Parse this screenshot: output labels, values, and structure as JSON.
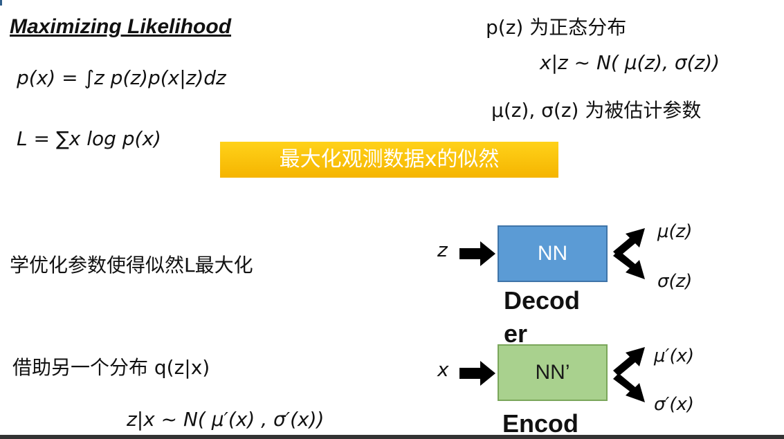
{
  "title": "Maximizing Likelihood",
  "left": {
    "eq1": "p(x) = ∫z  p(z)p(x|z)dz",
    "eq2": "L = ∑x log p(x)",
    "line_optimize": "学优化参数使得似然L最大化",
    "line_borrow": "借助另一个分布  q(z|x)",
    "eq_enc": "z|x ~ N( μ′(x)  , σ′(x))"
  },
  "right": {
    "pz_normal": "p(z) 为正态分布",
    "x_given_z": "x|z ~ N( μ(z), σ(z))",
    "params": "μ(z), σ(z)  为被估计参数"
  },
  "banner": "最大化观测数据x的似然",
  "decoder": {
    "input": "z",
    "box": "NN",
    "out1": "μ(z)",
    "out2": "σ(z)",
    "label_line1": "Decod",
    "label_line2": "er"
  },
  "encoder": {
    "input": "x",
    "box": "NN’",
    "out1": "μ′(x)",
    "out2": "σ′(x)",
    "label": "Encod"
  },
  "colors": {
    "banner": "#f5b400",
    "decoder_box": "#5b9bd5",
    "encoder_box": "#a9d18e"
  }
}
